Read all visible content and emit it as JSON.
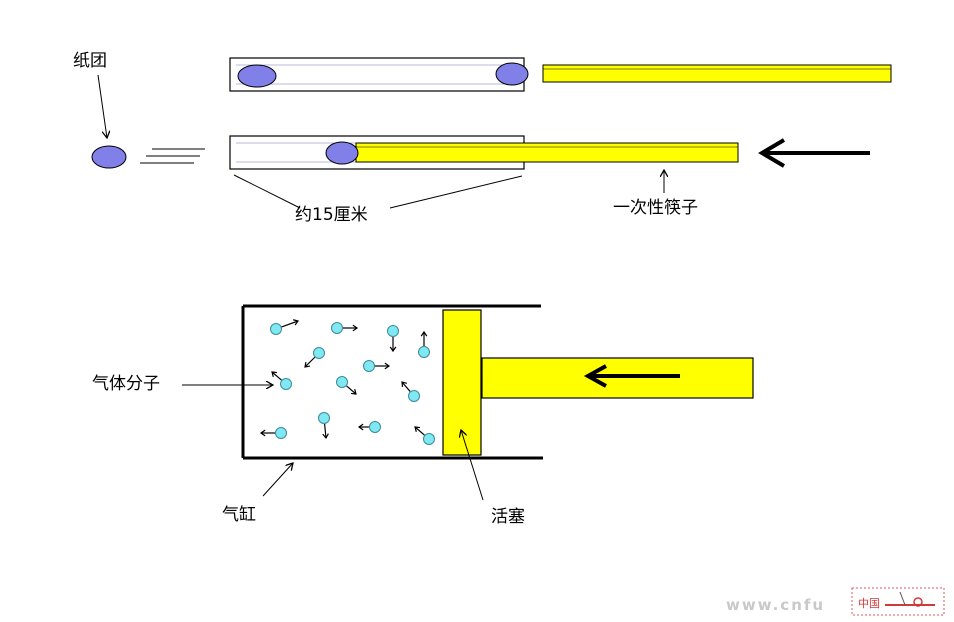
{
  "labels": {
    "paper_ball": "纸团",
    "length_note": "约15厘米",
    "chopstick": "一次性筷子",
    "gas_molecule": "气体分子",
    "cylinder": "气缸",
    "piston": "活塞"
  },
  "watermark": {
    "text": "www.cnfu",
    "logo_text": "中国"
  },
  "colors": {
    "paper_ball_fill": "#8080e8",
    "chopstick_fill": "#ffff00",
    "molecule_fill": "#80e8f0",
    "line": "#000000"
  }
}
